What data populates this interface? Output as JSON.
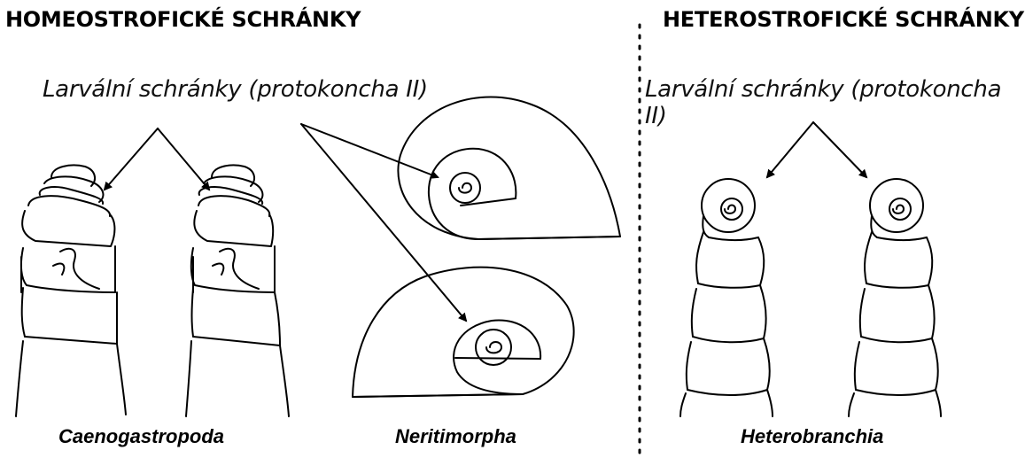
{
  "left_heading": "HOMEOSTROFICKÉ SCHRÁNKY",
  "right_heading": "HETEROSTROFICKÉ SCHRÁNKY",
  "left_annotation": "Larvální schránky (protokoncha II)",
  "right_annotation": "Larvální schránky (protokoncha II)",
  "captions": {
    "caenogastropoda": "Caenogastropoda",
    "neritimorpha": "Neritimorpha",
    "heterobranchia": "Heterobranchia"
  }
}
